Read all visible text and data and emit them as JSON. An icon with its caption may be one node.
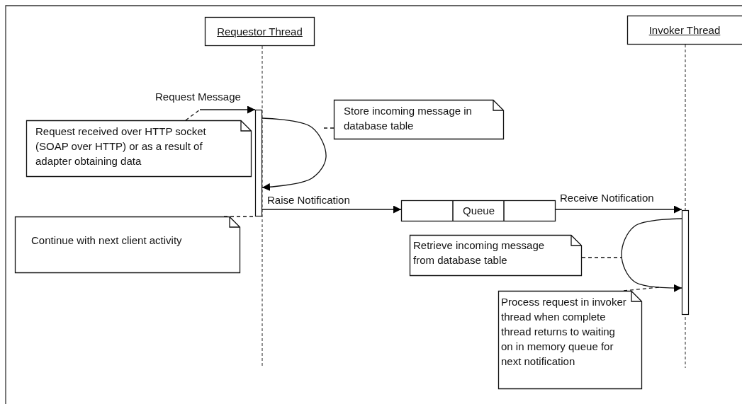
{
  "diagram": {
    "nodes": [
      {
        "text": [
          "Requestor Thread"
        ]
      },
      {
        "text": [
          "Invoker Thread"
        ]
      },
      {
        "text": [],
        "shape": "bar"
      },
      {
        "text": [],
        "shape": "bar"
      },
      {
        "text": [
          "Request received over HTTP socket (SOAP over HTTP) or as a result of adapter obtaining data"
        ]
      },
      {
        "text": [
          "Store incoming message in database table"
        ]
      },
      {
        "text": [
          "Queue"
        ]
      },
      {
        "text": [
          "Continue with next client activity"
        ]
      },
      {
        "text": [
          "Retrieve incoming message from database table"
        ]
      },
      {
        "text": [
          "Process request in invoker thread when complete thread returns to waiting on in memory queue for next notification"
        ]
      }
    ],
    "edges": [
      {
        "from": null,
        "to": 2,
        "arrow": "to",
        "label": "Request Message"
      },
      {
        "from": 4,
        "to": null,
        "arrow": "none",
        "style": "dashed"
      },
      {
        "from": 2,
        "to": 2,
        "arrow": "to"
      },
      {
        "from": 5,
        "to": null,
        "arrow": "none",
        "style": "dashed"
      },
      {
        "from": 2,
        "to": 6,
        "arrow": "to",
        "label": "Raise Notification"
      },
      {
        "from": 7,
        "to": 2,
        "arrow": "none",
        "style": "dashed"
      },
      {
        "from": 6,
        "to": 3,
        "arrow": "to",
        "label": "Receive Notification"
      },
      {
        "from": 3,
        "to": 3,
        "arrow": "to"
      },
      {
        "from": 8,
        "to": null,
        "arrow": "none",
        "style": "dashed"
      },
      {
        "from": 9,
        "to": null,
        "arrow": "none",
        "style": "dashed"
      }
    ]
  }
}
